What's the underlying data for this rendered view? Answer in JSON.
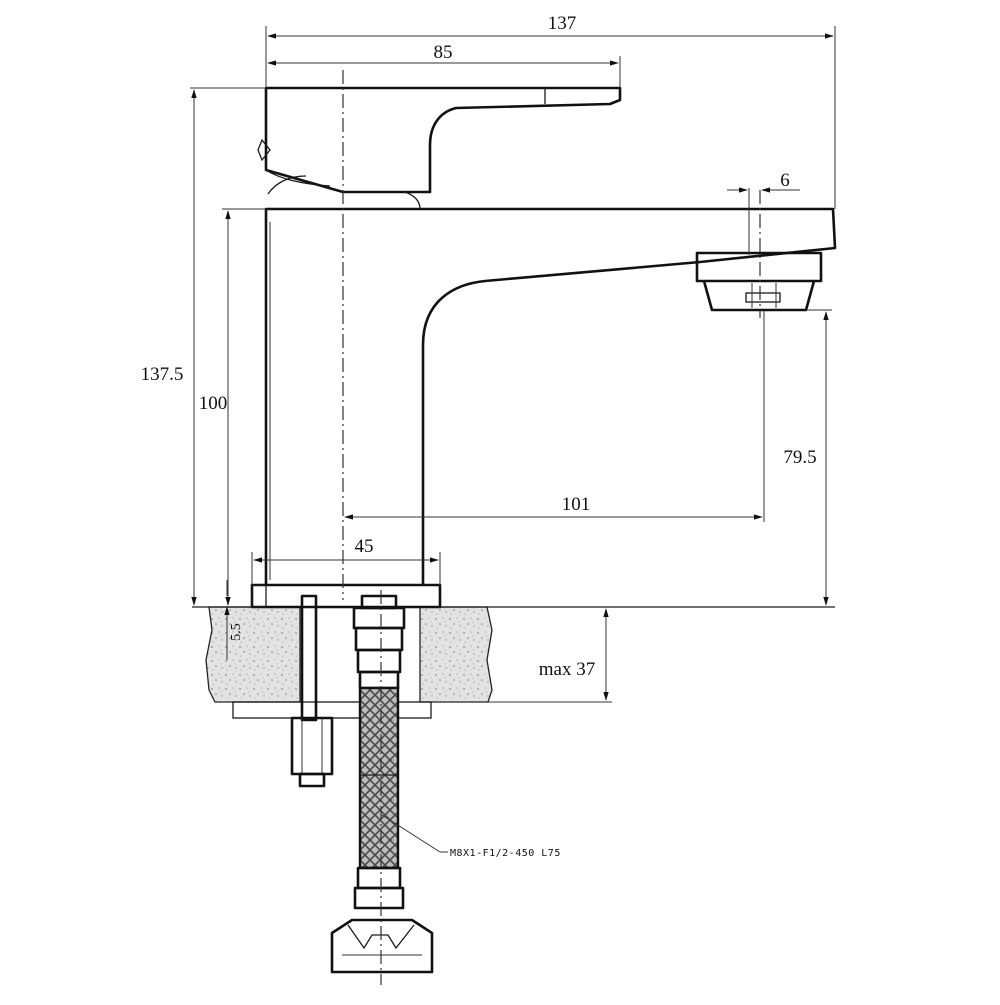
{
  "dimensions": {
    "total_width": "137",
    "handle_width": "85",
    "aerator_offset": "6",
    "total_height": "137.5",
    "body_height": "100",
    "spout_clearance": "79.5",
    "spout_reach": "101",
    "base_diameter": "45",
    "washer_thickness": "5.5",
    "counter_thickness": "max 37"
  },
  "hose_label": "M8X1-F1/2-450 L75",
  "colors": {
    "line": "#111111",
    "background": "#ffffff",
    "counter_fill": "#d6d6d6"
  }
}
